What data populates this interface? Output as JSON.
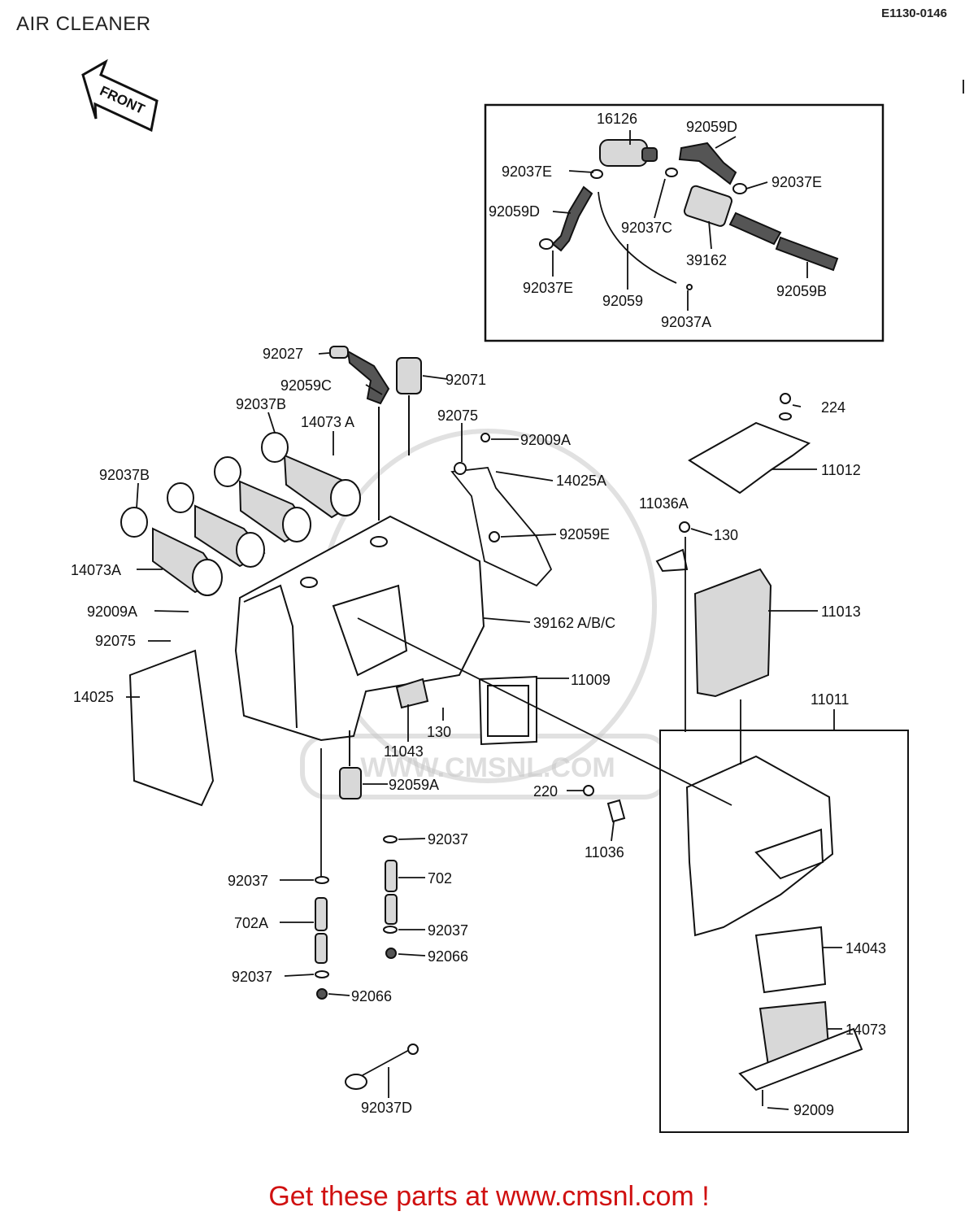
{
  "header": {
    "title": "AIR CLEANER",
    "code": "E1130-0146"
  },
  "front_arrow": {
    "text": "FRONT"
  },
  "watermark": {
    "text": "WWW.CMSNL.COM"
  },
  "footer": {
    "text": "Get these parts at www.cmsnl.com !",
    "color": "#d01010"
  },
  "labels": {
    "p16126": "16126",
    "p92059D_top": "92059D",
    "p92037E_left": "92037E",
    "p92037E_right": "92037E",
    "p92059D_left": "92059D",
    "p92037C": "92037C",
    "p39162": "39162",
    "p92037E_bottom": "92037E",
    "p92059": "92059",
    "p92059B": "92059B",
    "p92037A": "92037A",
    "p92027": "92027",
    "p92071": "92071",
    "p92059C": "92059C",
    "p92037B_top": "92037B",
    "p14073A_top": "14073 A",
    "p92075_top": "92075",
    "p92009A_top": "92009A",
    "p14025A": "14025A",
    "p224": "224",
    "p11012": "11012",
    "p92037B_left": "92037B",
    "p11036A": "11036A",
    "p130_top": "130",
    "p92059E": "92059E",
    "p14073A_left": "14073A",
    "p11013": "11013",
    "p92009A_left": "92009A",
    "p39162ABC": "39162 A/B/C",
    "p92075_left": "92075",
    "p11009": "11009",
    "p14025": "14025",
    "p11011": "11011",
    "p130_mid": "130",
    "p11043": "11043",
    "p92059A": "92059A",
    "p220": "220",
    "p11036": "11036",
    "p92037_r1": "92037",
    "p702": "702",
    "p92037_l1": "92037",
    "p702A": "702A",
    "p92037_r2": "92037",
    "p92066_r": "92066",
    "p14043": "14043",
    "p92037_l2": "92037",
    "p92066_l": "92066",
    "p14073": "14073",
    "p92009": "92009",
    "p92037D": "92037D"
  }
}
